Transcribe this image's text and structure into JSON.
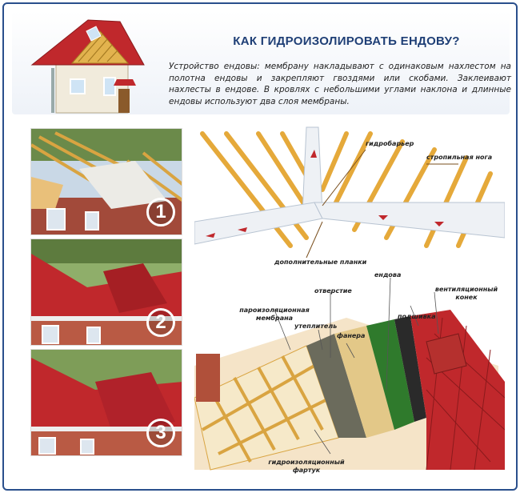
{
  "header": {
    "title": "КАК ГИДРОИЗОЛИРОВАТЬ ЕНДОВУ?",
    "description": "Устройство ендовы: мембрану накладывают с одинаковым нахлестом на полотна ендовы и закрепляют гвоздями или скобами. Заклеивают нахлесты в ендове. В кровлях с небольшими углами наклона и длинные ендовы используют два слоя мембраны."
  },
  "steps": [
    {
      "number": "1"
    },
    {
      "number": "2"
    },
    {
      "number": "3"
    }
  ],
  "diagram_top": {
    "labels": {
      "waterproof": "гидробарьер",
      "rafter": "стропильная нога",
      "battens": "дополнительные планки"
    }
  },
  "diagram_bottom": {
    "labels": {
      "hole": "отверстие",
      "valley": "ендова",
      "ridge": "вентиляционный конек",
      "vapor": "пароизоляционная мембрана",
      "insulation": "утеплитель",
      "plywood": "фанера",
      "underlay": "подшивка",
      "apron": "гидроизоляционный фартук"
    }
  },
  "colors": {
    "title": "#1f3f76",
    "frame": "#2a4f8c",
    "roof_red": "#c0282c",
    "timber": "#e8b44a"
  }
}
